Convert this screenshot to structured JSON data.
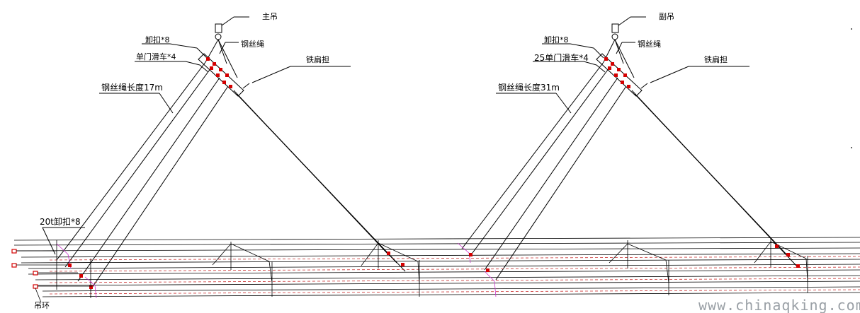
{
  "colors": {
    "line": "#000000",
    "accent": "#d40000",
    "dashed": "#cc3333",
    "magenta": "#cc33cc",
    "watermark": "#9aa0a6"
  },
  "left_rig": {
    "hook_label": "主吊",
    "shackle_label": "卸扣*8",
    "pulley_label": "单门滑车*4",
    "rope_label": "钢丝绳",
    "beam_label": "铁扁担",
    "rope_length_label": "钢丝绳长度17m",
    "bottom_shackle_label": "20t卸扣*8",
    "lift_ring_label": "吊环"
  },
  "right_rig": {
    "hook_label": "副吊",
    "shackle_label": "卸扣*8",
    "pulley_label": "25单门滑车*4",
    "rope_label": "钢丝绳",
    "beam_label": "铁扁担",
    "rope_length_label": "钢丝绳长度31m"
  },
  "watermark": {
    "text": "www.chinaqking.com"
  }
}
